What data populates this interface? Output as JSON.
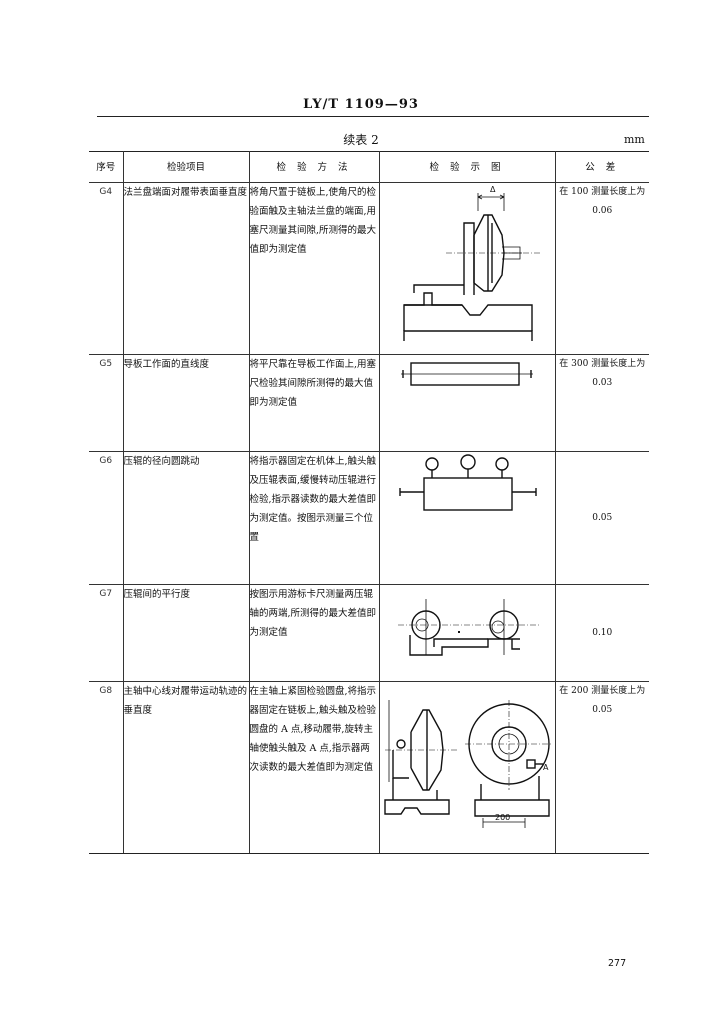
{
  "header": {
    "standard_code": "LY/T 1109—93",
    "caption": "续表 2",
    "unit": "mm"
  },
  "columns": [
    "序号",
    "检验项目",
    "检 验 方 法",
    "检 验 示 图",
    "公 差"
  ],
  "rows": [
    {
      "no": "G4",
      "item": "法兰盘端面对履带表面垂直度",
      "method": "将角尺置于链板上,使角尺的检验面触及主轴法兰盘的端面,用塞尺测量其间隙,所测得的最大值即为测定值",
      "tolerance": [
        "在 100 测量长度上为",
        "0.06"
      ],
      "figure_label": "Δ"
    },
    {
      "no": "G5",
      "item": "导板工作面的直线度",
      "method": "将平尺靠在导板工作面上,用塞尺检验其间隙所测得的最大值即为测定值",
      "tolerance": [
        "在 300 测量长度上为",
        "0.03"
      ]
    },
    {
      "no": "G6",
      "item": "压辊的径向圆跳动",
      "method": "将指示器固定在机体上,触头触及压辊表面,缓慢转动压辊进行检验,指示器读数的最大差值即为测定值。按图示测量三个位置",
      "tolerance": [
        "0.05"
      ]
    },
    {
      "no": "G7",
      "item": "压辊间的平行度",
      "method": "按图示用游标卡尺测量两压辊轴的两端,所测得的最大差值即为测定值",
      "tolerance": [
        "0.10"
      ]
    },
    {
      "no": "G8",
      "item": "主轴中心线对履带运动轨迹的垂直度",
      "method": "在主轴上紧固检验圆盘,将指示器固定在链板上,触头触及检验圆盘的 A 点,移动履带,旋转主轴使触头触及 A 点,指示器两次读数的最大差值即为测定值",
      "tolerance": [
        "在 200 测量长度上为",
        "0.05"
      ],
      "figure_label": "A",
      "figure_dimension": "200"
    }
  ],
  "footer": {
    "page_number": "277"
  }
}
